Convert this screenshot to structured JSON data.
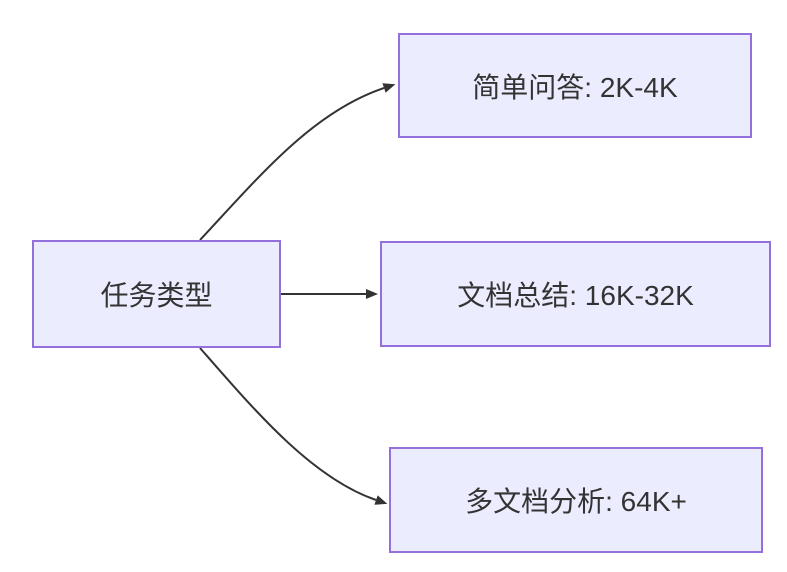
{
  "diagram": {
    "type": "flowchart-LR",
    "root_node": {
      "id": "task-type",
      "label": "任务类型"
    },
    "branch_nodes": [
      {
        "id": "simple-qa",
        "label": "简单问答: 2K-4K"
      },
      {
        "id": "doc-summary",
        "label": "文档总结: 16K-32K"
      },
      {
        "id": "multi-doc-analysis",
        "label": "多文档分析: 64K+"
      }
    ],
    "edges": [
      {
        "from": "任务类型",
        "to": "简单问答: 2K-4K"
      },
      {
        "from": "任务类型",
        "to": "文档总结: 16K-32K"
      },
      {
        "from": "任务类型",
        "to": "多文档分析: 64K+"
      }
    ],
    "colors": {
      "background": "#FFFFFF",
      "node_fill": "#ECECFF",
      "node_border": "#9370DB",
      "edge": "#333333",
      "text": "#333333"
    }
  }
}
